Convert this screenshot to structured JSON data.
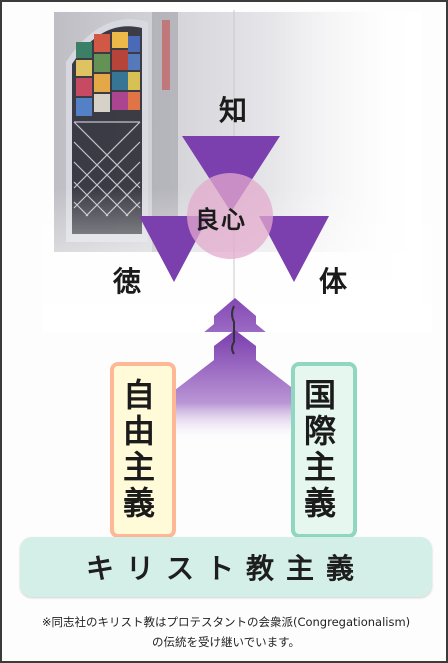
{
  "diagram": {
    "top_label": "知",
    "left_label": "徳",
    "right_label": "体",
    "center_label": "良心",
    "left_box_text": "自由主義",
    "right_box_text": "国際主義",
    "bottom_band_text": "キリスト教主義",
    "note_line1": "※同志社のキリスト教はプロテスタントの会衆派(Congregationalism)",
    "note_line2": "の伝統を受け継いでいます。"
  },
  "colors": {
    "triangle": "#7b3fae",
    "center_circle": "#e2a9cc",
    "arrow": "#8f54ba",
    "left_box_border": "#ffb896",
    "right_box_border": "#8fd7bf",
    "band": "#d4efe7"
  }
}
